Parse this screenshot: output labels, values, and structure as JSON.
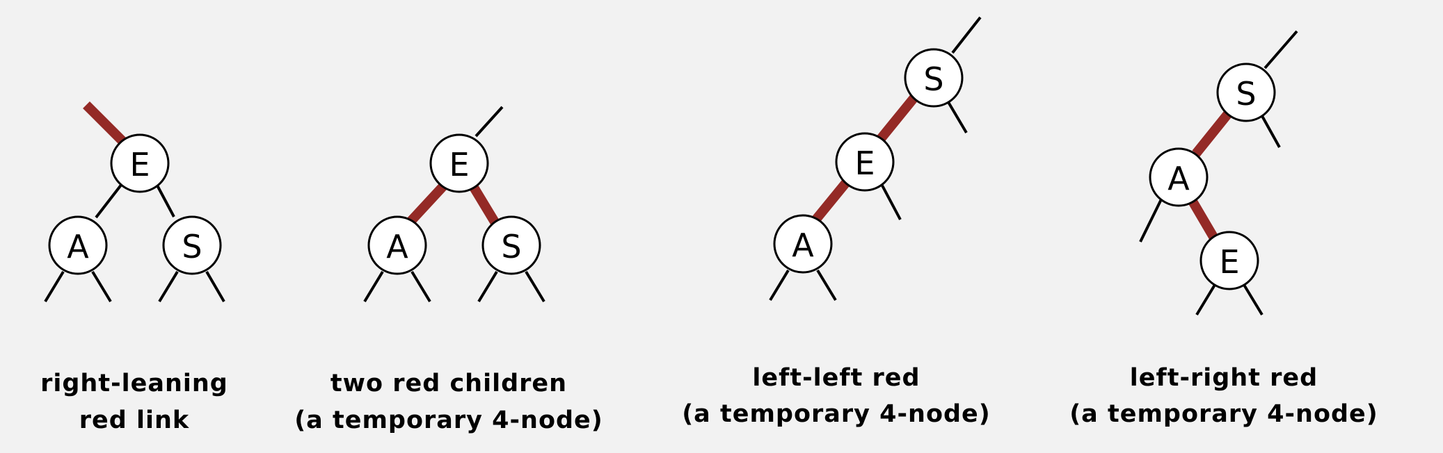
{
  "colors": {
    "background": "#f2f2f2",
    "red_link": "#942a26",
    "black_link": "#000000",
    "node_fill": "#ffffff"
  },
  "diagrams": [
    {
      "id": "right-leaning-red-link",
      "caption": [
        "right-leaning",
        "red link"
      ],
      "nodes": [
        "E",
        "A",
        "S"
      ],
      "red_links": [
        "parent-E"
      ]
    },
    {
      "id": "two-red-children",
      "caption": [
        "two red children",
        "(a temporary 4-node)"
      ],
      "nodes": [
        "E",
        "A",
        "S"
      ],
      "red_links": [
        "E-A",
        "E-S"
      ]
    },
    {
      "id": "left-left-red",
      "caption": [
        "left-left red",
        "(a temporary 4-node)"
      ],
      "nodes": [
        "S",
        "E",
        "A"
      ],
      "red_links": [
        "S-E",
        "E-A"
      ]
    },
    {
      "id": "left-right-red",
      "caption": [
        "left-right red",
        "(a temporary 4-node)"
      ],
      "nodes": [
        "S",
        "A",
        "E"
      ],
      "red_links": [
        "S-A",
        "A-E"
      ]
    }
  ]
}
